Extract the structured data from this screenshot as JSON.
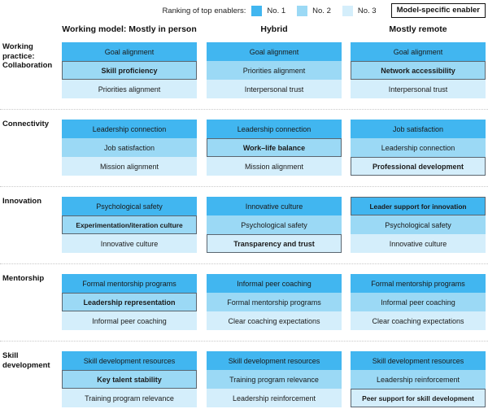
{
  "legend": {
    "label": "Ranking of top enablers:",
    "items": [
      {
        "text": "No. 1",
        "color": "#41b6f0",
        "icon": "legend-swatch-rank1"
      },
      {
        "text": "No. 2",
        "color": "#9bd9f5",
        "icon": "legend-swatch-rank2"
      },
      {
        "text": "No. 3",
        "color": "#d4eefb",
        "icon": "legend-swatch-rank3"
      }
    ],
    "model_specific_box": "Model-specific enabler"
  },
  "columns": [
    {
      "header": "Working model: Mostly in person"
    },
    {
      "header": "Hybrid"
    },
    {
      "header": "Mostly remote"
    }
  ],
  "rows": [
    {
      "label": "Working practice: Collaboration",
      "cells": [
        [
          {
            "text": "Goal alignment",
            "rank": 1,
            "highlight": false
          },
          {
            "text": "Skill proficiency",
            "rank": 2,
            "highlight": true
          },
          {
            "text": "Priorities alignment",
            "rank": 3,
            "highlight": false
          }
        ],
        [
          {
            "text": "Goal alignment",
            "rank": 1,
            "highlight": false
          },
          {
            "text": "Priorities alignment",
            "rank": 2,
            "highlight": false
          },
          {
            "text": "Interpersonal trust",
            "rank": 3,
            "highlight": false
          }
        ],
        [
          {
            "text": "Goal alignment",
            "rank": 1,
            "highlight": false
          },
          {
            "text": "Network accessibility",
            "rank": 2,
            "highlight": true
          },
          {
            "text": "Interpersonal trust",
            "rank": 3,
            "highlight": false
          }
        ]
      ]
    },
    {
      "label": "Connectivity",
      "cells": [
        [
          {
            "text": "Leadership connection",
            "rank": 1,
            "highlight": false
          },
          {
            "text": "Job satisfaction",
            "rank": 2,
            "highlight": false
          },
          {
            "text": "Mission alignment",
            "rank": 3,
            "highlight": false
          }
        ],
        [
          {
            "text": "Leadership connection",
            "rank": 1,
            "highlight": false
          },
          {
            "text": "Work–life balance",
            "rank": 2,
            "highlight": true
          },
          {
            "text": "Mission alignment",
            "rank": 3,
            "highlight": false
          }
        ],
        [
          {
            "text": "Job satisfaction",
            "rank": 1,
            "highlight": false
          },
          {
            "text": "Leadership connection",
            "rank": 2,
            "highlight": false
          },
          {
            "text": "Professional development",
            "rank": 3,
            "highlight": true
          }
        ]
      ]
    },
    {
      "label": "Innovation",
      "cells": [
        [
          {
            "text": "Psychological safety",
            "rank": 1,
            "highlight": false
          },
          {
            "text": "Experimentation/iteration culture",
            "rank": 2,
            "highlight": true
          },
          {
            "text": "Innovative culture",
            "rank": 3,
            "highlight": false
          }
        ],
        [
          {
            "text": "Innovative culture",
            "rank": 1,
            "highlight": false
          },
          {
            "text": "Psychological safety",
            "rank": 2,
            "highlight": false
          },
          {
            "text": "Transparency and trust",
            "rank": 3,
            "highlight": true
          }
        ],
        [
          {
            "text": "Leader support for innovation",
            "rank": 1,
            "highlight": true
          },
          {
            "text": "Psychological safety",
            "rank": 2,
            "highlight": false
          },
          {
            "text": "Innovative culture",
            "rank": 3,
            "highlight": false
          }
        ]
      ]
    },
    {
      "label": "Mentorship",
      "cells": [
        [
          {
            "text": "Formal mentorship programs",
            "rank": 1,
            "highlight": false
          },
          {
            "text": "Leadership representation",
            "rank": 2,
            "highlight": true
          },
          {
            "text": "Informal peer coaching",
            "rank": 3,
            "highlight": false
          }
        ],
        [
          {
            "text": "Informal peer coaching",
            "rank": 1,
            "highlight": false
          },
          {
            "text": "Formal mentorship programs",
            "rank": 2,
            "highlight": false
          },
          {
            "text": "Clear coaching expectations",
            "rank": 3,
            "highlight": false
          }
        ],
        [
          {
            "text": "Formal mentorship programs",
            "rank": 1,
            "highlight": false
          },
          {
            "text": "Informal peer coaching",
            "rank": 2,
            "highlight": false
          },
          {
            "text": "Clear coaching expectations",
            "rank": 3,
            "highlight": false
          }
        ]
      ]
    },
    {
      "label": "Skill development",
      "cells": [
        [
          {
            "text": "Skill development resources",
            "rank": 1,
            "highlight": false
          },
          {
            "text": "Key talent stability",
            "rank": 2,
            "highlight": true
          },
          {
            "text": "Training program relevance",
            "rank": 3,
            "highlight": false
          }
        ],
        [
          {
            "text": "Skill development resources",
            "rank": 1,
            "highlight": false
          },
          {
            "text": "Training program relevance",
            "rank": 2,
            "highlight": false
          },
          {
            "text": "Leadership reinforcement",
            "rank": 3,
            "highlight": false
          }
        ],
        [
          {
            "text": "Skill development resources",
            "rank": 1,
            "highlight": false
          },
          {
            "text": "Leadership reinforcement",
            "rank": 2,
            "highlight": false
          },
          {
            "text": "Peer support for skill development",
            "rank": 3,
            "highlight": true
          }
        ]
      ]
    }
  ]
}
